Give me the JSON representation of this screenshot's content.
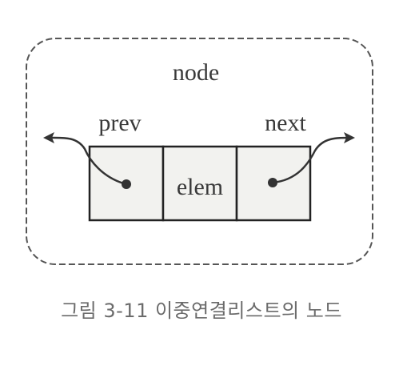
{
  "diagram": {
    "container_label": "node",
    "fields": [
      {
        "key": "prev",
        "label": "prev"
      },
      {
        "key": "elem",
        "label": "elem"
      },
      {
        "key": "next",
        "label": "next"
      }
    ],
    "colors": {
      "container_border": "#555555",
      "box_fill": "#f2f2ef",
      "box_border": "#222222",
      "pointer": "#333333",
      "text": "#3a3a3a",
      "caption": "#6b6b6b"
    }
  },
  "caption": "그림 3-11  이중연결리스트의 노드"
}
